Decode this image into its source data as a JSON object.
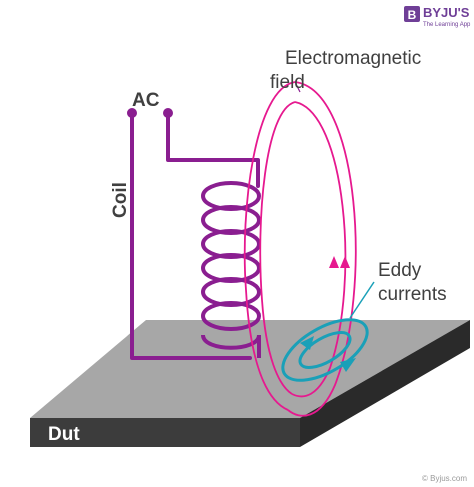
{
  "brand": {
    "name": "BYJU'S",
    "tagline": "The Learning App",
    "mark_letter": "B",
    "color": "#6f3f97"
  },
  "labels": {
    "electromagnetic_field": [
      "Electromagnetic",
      "field"
    ],
    "ac": "AC",
    "coil": "Coil",
    "eddy_currents": [
      "Eddy",
      "currents"
    ],
    "dut": "Dut"
  },
  "watermark": "© Byjus.com",
  "colors": {
    "coil": "#8a1e90",
    "field": "#e6198f",
    "eddy": "#1aa0b8",
    "plate_top": "#a7a7a7",
    "plate_side": "#3c3c3c",
    "plate_edge": "#2a2a2a",
    "text": "#404040",
    "white": "#ffffff"
  }
}
